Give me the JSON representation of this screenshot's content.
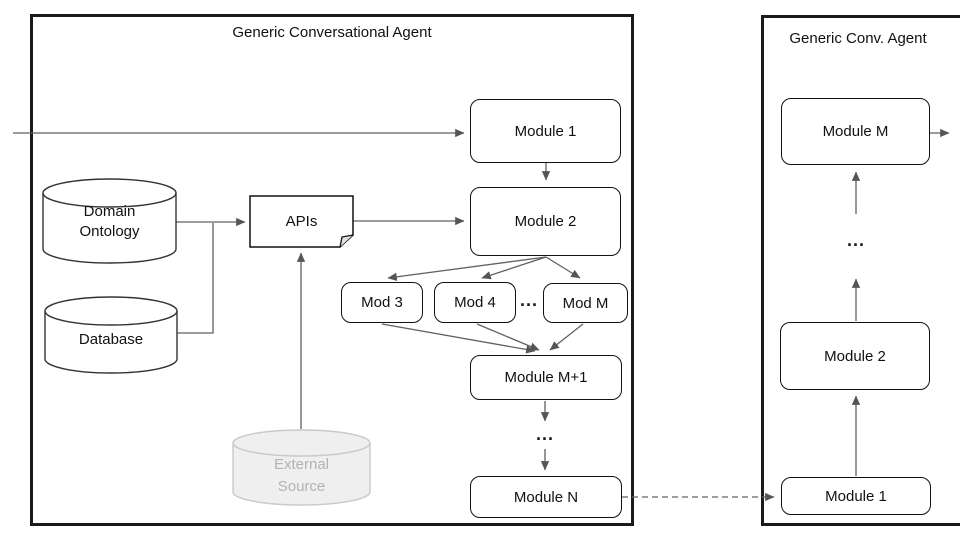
{
  "left_panel": {
    "title": "Generic Conversational Agent",
    "module1": "Module 1",
    "module2": "Module 2",
    "mod3": "Mod 3",
    "mod4": "Mod 4",
    "modM": "Mod M",
    "moduleM1": "Module M+1",
    "moduleN": "Module N",
    "apis": "APIs",
    "domain_ontology": "Domain\nOntology",
    "database": "Database",
    "external_source": "External\nSource",
    "ellipsis_between_mods": "...",
    "ellipsis_between_m1_n": "..."
  },
  "right_panel": {
    "title": "Generic Conv. Agent",
    "moduleM": "Module M",
    "module2": "Module 2",
    "module1": "Module 1",
    "ellipsis": "..."
  },
  "colors": {
    "panel_border": "#1a1a1a",
    "node_border": "#111111",
    "connector": "#616161",
    "external_source_fill": "#efefef",
    "external_source_stroke": "#c9c9c9",
    "external_source_text": "#b3b3b3"
  }
}
